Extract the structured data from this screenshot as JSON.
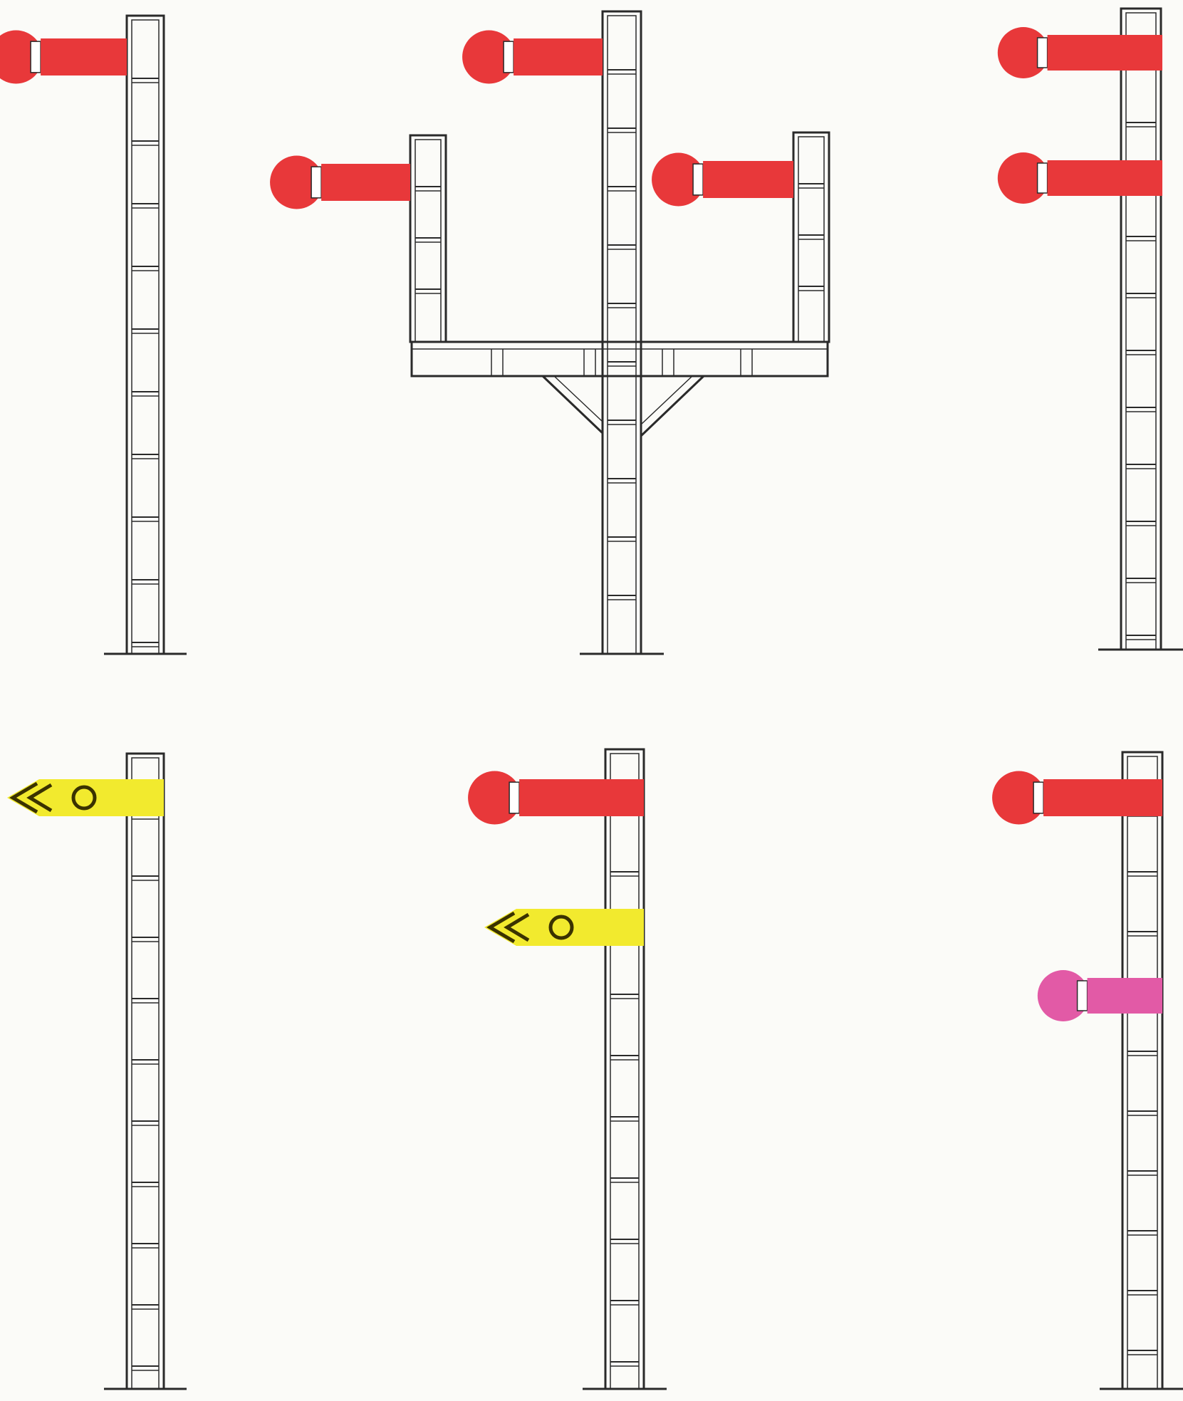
{
  "colors": {
    "background": "#fbfbf8",
    "mast_outline": "#2a2a2a",
    "red_arm": "#e8383a",
    "yellow_arm": "#f2ea2e",
    "yellow_outline": "#3a3200",
    "pink_arm": "#e25aa6",
    "collar": "#ffffff"
  },
  "diagram": {
    "panels": [
      {
        "id": "top-row",
        "signals": [
          {
            "id": "signal-single-red",
            "arms": [
              {
                "type": "square-red"
              }
            ]
          },
          {
            "id": "signal-bracket-gantry",
            "arms": [
              {
                "type": "square-red",
                "post": "center"
              },
              {
                "type": "square-red",
                "post": "left"
              },
              {
                "type": "square-red",
                "post": "right"
              }
            ]
          },
          {
            "id": "signal-double-red",
            "arms": [
              {
                "type": "square-red"
              },
              {
                "type": "square-red"
              }
            ]
          }
        ]
      },
      {
        "id": "bottom-row",
        "signals": [
          {
            "id": "signal-single-yellow",
            "arms": [
              {
                "type": "fishtail-yellow"
              }
            ]
          },
          {
            "id": "signal-red-over-yellow",
            "arms": [
              {
                "type": "square-red"
              },
              {
                "type": "fishtail-yellow"
              }
            ]
          },
          {
            "id": "signal-red-over-pink",
            "arms": [
              {
                "type": "square-red"
              },
              {
                "type": "square-pink"
              }
            ]
          }
        ]
      }
    ]
  }
}
